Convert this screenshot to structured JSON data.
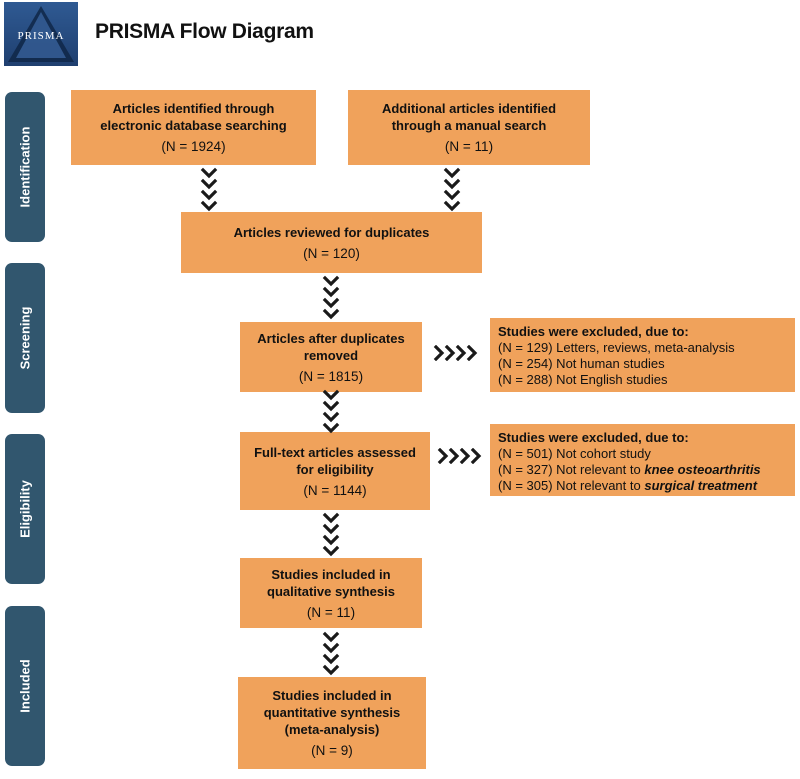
{
  "header": {
    "logo_text": "PRISMA",
    "title": "PRISMA Flow Diagram"
  },
  "phases": [
    "Identification",
    "Screening",
    "Eligibility",
    "Included"
  ],
  "boxes": {
    "database": {
      "title": "Articles identified through\nelectronic database searching",
      "n": "(N = 1924)"
    },
    "manual": {
      "title": "Additional articles identified\nthrough a manual search",
      "n": "(N = 11)"
    },
    "duplicates_review": {
      "title": "Articles reviewed for duplicates",
      "n": "(N = 120)"
    },
    "after_duplicates": {
      "title": "Articles after duplicates\nremoved",
      "n": "(N = 1815)"
    },
    "fulltext": {
      "title": "Full-text articles assessed\nfor eligibility",
      "n": "(N = 1144)"
    },
    "qualitative": {
      "title": "Studies included in\nqualitative synthesis",
      "n": "(N = 11)"
    },
    "quantitative": {
      "title": "Studies included in\nquantitative synthesis\n(meta-analysis)",
      "n": "(N = 9)"
    }
  },
  "exclusions": {
    "screening": {
      "heading": "Studies were excluded, due to:",
      "lines": [
        {
          "count": "(N = 129)",
          "text": " Letters, reviews, meta-analysis",
          "emph": ""
        },
        {
          "count": "(N = 254)",
          "text": " Not human studies",
          "emph": ""
        },
        {
          "count": "(N = 288)",
          "text": " Not English studies",
          "emph": ""
        }
      ]
    },
    "eligibility": {
      "heading": "Studies were excluded, due to:",
      "lines": [
        {
          "count": "(N = 501)",
          "text": " Not cohort study",
          "emph": ""
        },
        {
          "count": "(N = 327)",
          "text": " Not relevant to ",
          "emph": "knee osteoarthritis"
        },
        {
          "count": "(N = 305)",
          "text": " Not relevant to ",
          "emph": "surgical treatment"
        }
      ]
    }
  },
  "colors": {
    "box_fill": "#f0a25b",
    "phase_fill": "#31566e",
    "arrow": "#1a1a1a"
  }
}
